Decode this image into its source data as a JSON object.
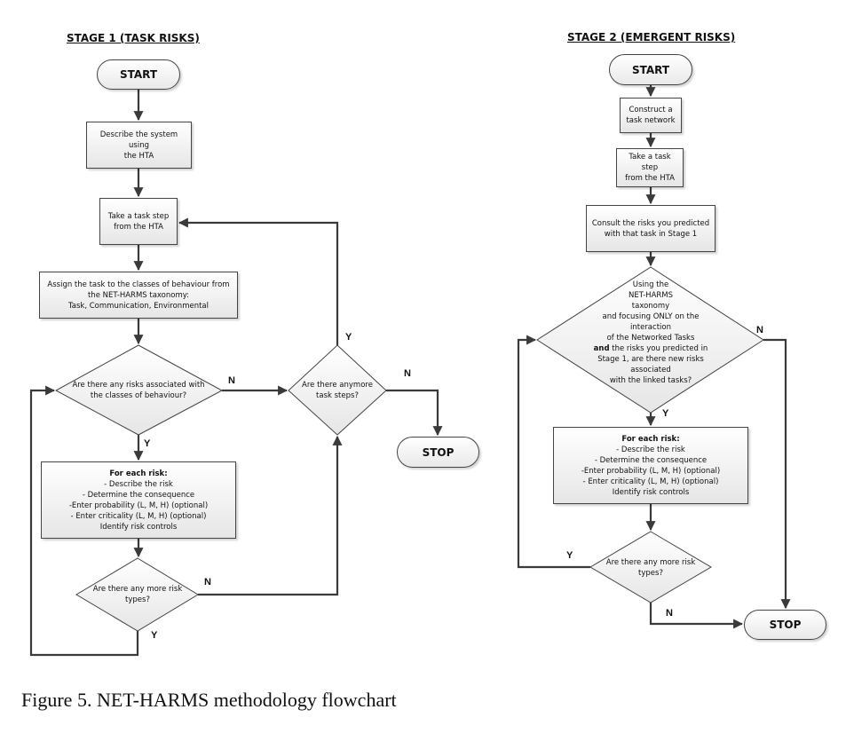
{
  "stage1": {
    "title": "STAGE 1 (TASK RISKS)",
    "start": "START",
    "describe": "Describe the system using\nthe HTA",
    "take_step": "Take a task step\nfrom the HTA",
    "assign": "Assign the task to the classes of behaviour from\nthe NET-HARMS taxonomy:\nTask, Communication, Environmental",
    "decision_risks": "Are there any risks associated with\nthe classes of behaviour?",
    "decision_steps": "Are there anymore\ntask steps?",
    "for_each_heading": "For each risk:",
    "for_each_body": "- Describe the risk\n- Determine the consequence\n-Enter probability (L, M, H) (optional)\n- Enter criticality (L, M, H) (optional)\nIdentify risk controls",
    "decision_more_types": "Are there any more risk\ntypes?",
    "stop": "STOP",
    "labels": {
      "risks_no": "N",
      "risks_yes": "Y",
      "steps_yes": "Y",
      "steps_no": "N",
      "types_no": "N",
      "types_yes": "Y"
    }
  },
  "stage2": {
    "title": "STAGE 2 (EMERGENT RISKS)",
    "start": "START",
    "construct": "Construct a\ntask network",
    "take_step": "Take a task step\nfrom the HTA",
    "consult": "Consult the risks you predicted\nwith that task in Stage 1",
    "decision_new_risks_pre": "Using the\nNET-HARMS\ntaxonomy\nand focusing ONLY on the\ninteraction\nof the Networked Tasks",
    "decision_new_risks_bold": "and",
    "decision_new_risks_post": " the risks you predicted in\nStage 1,  are there new risks\nassociated\nwith the linked tasks?",
    "for_each_heading": "For each risk:",
    "for_each_body": "- Describe the risk\n- Determine the consequence\n-Enter probability (L, M, H) (optional)\n- Enter criticality (L, M, H) (optional)\nIdentify risk controls",
    "decision_more_types": "Are there any more risk\ntypes?",
    "stop": "STOP",
    "labels": {
      "new_no": "N",
      "new_yes": "Y",
      "types_yes": "Y",
      "types_no": "N"
    }
  },
  "caption": "Figure 5. NET-HARMS methodology flowchart"
}
